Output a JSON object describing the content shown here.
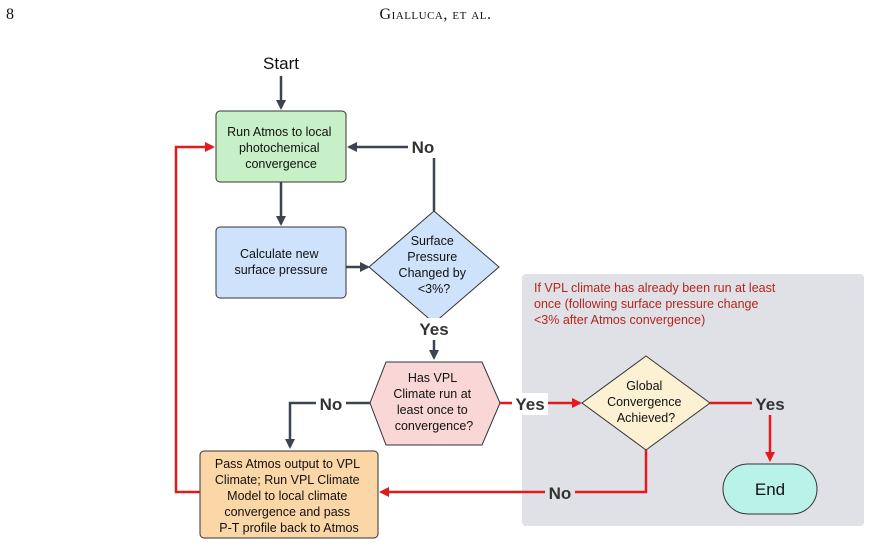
{
  "header": {
    "page_number": "8",
    "running_head": "Gialluca, et al."
  },
  "colors": {
    "green": "#c8f0c8",
    "blue": "#cfe2fb",
    "pink": "#fad7d7",
    "cream": "#fdf1d3",
    "orange": "#fbd6a6",
    "teal": "#b9f2e8",
    "gray_region": "#dfe1e6",
    "dark_arrow": "#3c4451",
    "red_arrow": "#e11b1b",
    "note_text": "#b3261e"
  },
  "diagram": {
    "start": "Start",
    "node_atmos": [
      "Run Atmos to local",
      "photochemical",
      "convergence"
    ],
    "node_calc": [
      "Calculate new",
      "surface pressure"
    ],
    "node_surface": [
      "Surface",
      "Pressure",
      "Changed by",
      "<3%?"
    ],
    "node_hasvpl": [
      "Has VPL",
      "Climate run at",
      "least once to",
      "convergence?"
    ],
    "node_global": [
      "Global",
      "Convergence",
      "Achieved?"
    ],
    "node_pass": [
      "Pass Atmos output to VPL",
      "Climate; Run VPL Climate",
      "Model to local climate",
      "convergence and pass",
      "P-T profile back to Atmos"
    ],
    "node_end": "End",
    "label_no_top": "No",
    "label_yes_mid": "Yes",
    "label_no_left": "No",
    "label_yes_right": "Yes",
    "label_yes_end": "Yes",
    "label_no_bottom": "No",
    "note": [
      "If VPL climate has already been run at least",
      "once (following surface pressure change",
      "<3% after Atmos convergence)"
    ]
  }
}
